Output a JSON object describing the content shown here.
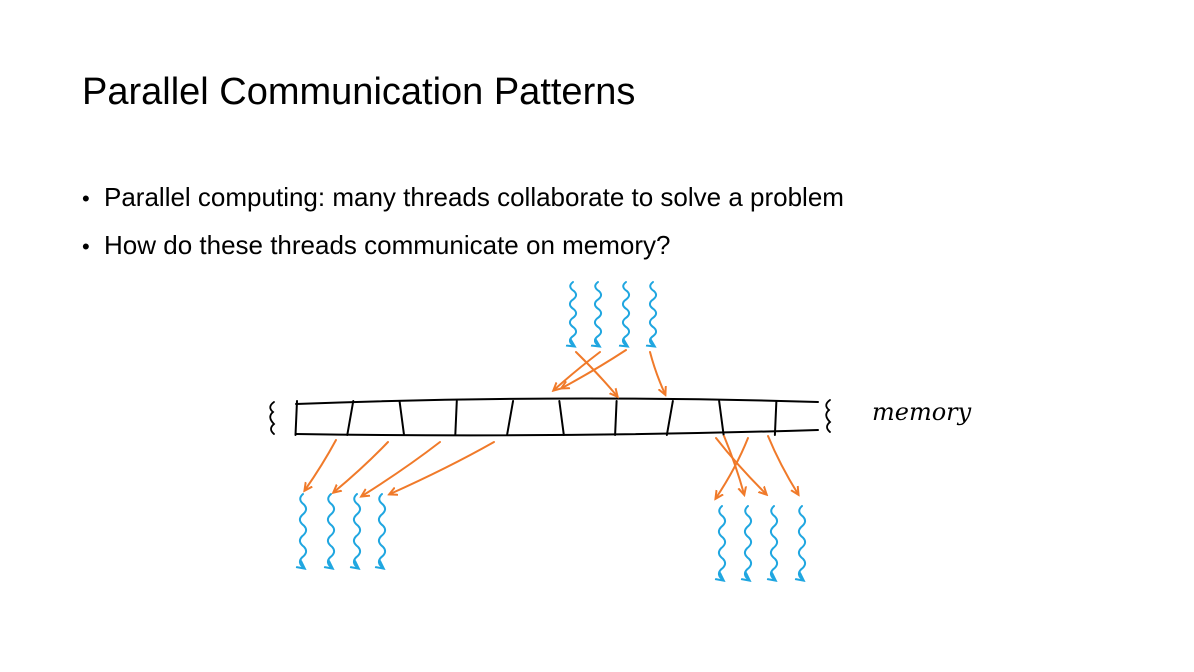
{
  "slide": {
    "title": "Parallel Communication Patterns",
    "bullets": [
      "Parallel computing: many threads collaborate to solve a problem",
      "How do these threads communicate on memory?"
    ],
    "bullet_symbol": "•"
  },
  "diagram": {
    "memory_label": "memory",
    "memory_cells": 10,
    "colors": {
      "thread": "#1fa6e0",
      "access_arrow": "#f07a2a",
      "memory_outline": "#000000"
    },
    "thread_groups": [
      {
        "position": "top-center",
        "thread_count": 4,
        "access": "write"
      },
      {
        "position": "bottom-left",
        "thread_count": 4,
        "access": "read"
      },
      {
        "position": "bottom-right",
        "thread_count": 4,
        "access": "read"
      }
    ]
  }
}
